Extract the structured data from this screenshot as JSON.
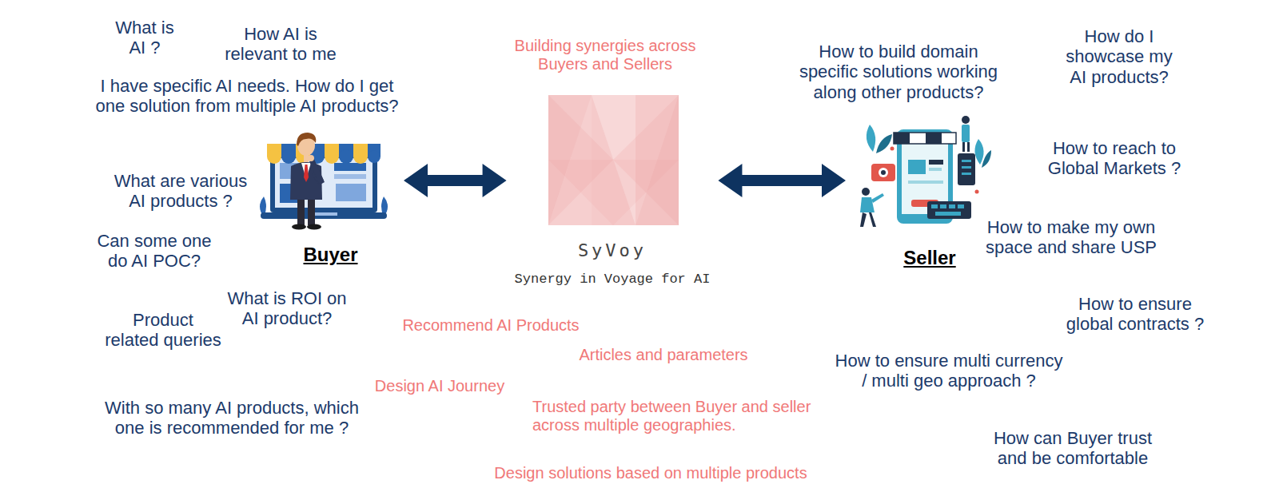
{
  "diagram": {
    "nodes": [
      {
        "text": [
          "Buyer"
        ]
      },
      {
        "text": [
          "SyVoy",
          "Synergy in Voyage for AI"
        ]
      },
      {
        "text": [
          "Seller"
        ]
      }
    ],
    "edges": [
      {
        "from": 0,
        "to": 1,
        "arrow": "both"
      },
      {
        "from": 1,
        "to": 2,
        "arrow": "both"
      }
    ],
    "labels": [
      "What is AI ?",
      "How AI is relevant to me",
      "I have specific AI needs. How do I get one solution from multiple AI products?",
      "What are various AI products ?",
      "Can some one do AI POC?",
      "What is ROI on AI product?",
      "Product related queries",
      "With so many AI products, which one is recommended for me ?",
      "Building synergies across Buyers and Sellers",
      "Recommend AI Products",
      "Articles and parameters",
      "Design AI Journey",
      "Trusted party between Buyer and seller across multiple geographies.",
      "Design solutions based on multiple products",
      "How to build domain specific solutions working along other products?",
      "How do I showcase my AI products?",
      "How to reach to Global Markets ?",
      "How to make my own space and share USP",
      "How to ensure global contracts ?",
      "How to ensure multi currency / multi geo approach ?",
      "How can Buyer trust and be comfortable"
    ]
  }
}
